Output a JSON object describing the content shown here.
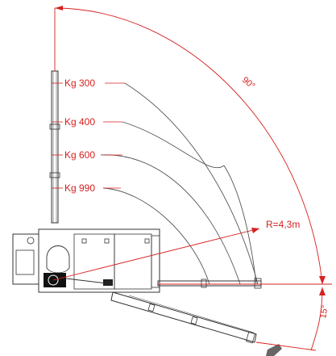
{
  "loads": [
    {
      "label": "Kg 300"
    },
    {
      "label": "Kg 400"
    },
    {
      "label": "Kg 600"
    },
    {
      "label": "Kg 990"
    }
  ],
  "radius_label": "R=4,3m",
  "angle_top_label": "90°",
  "angle_bottom_label": "15°",
  "colors": {
    "dimension": "#d62020",
    "curve": "#555555",
    "machine": "#333333",
    "background": "#ffffff"
  }
}
